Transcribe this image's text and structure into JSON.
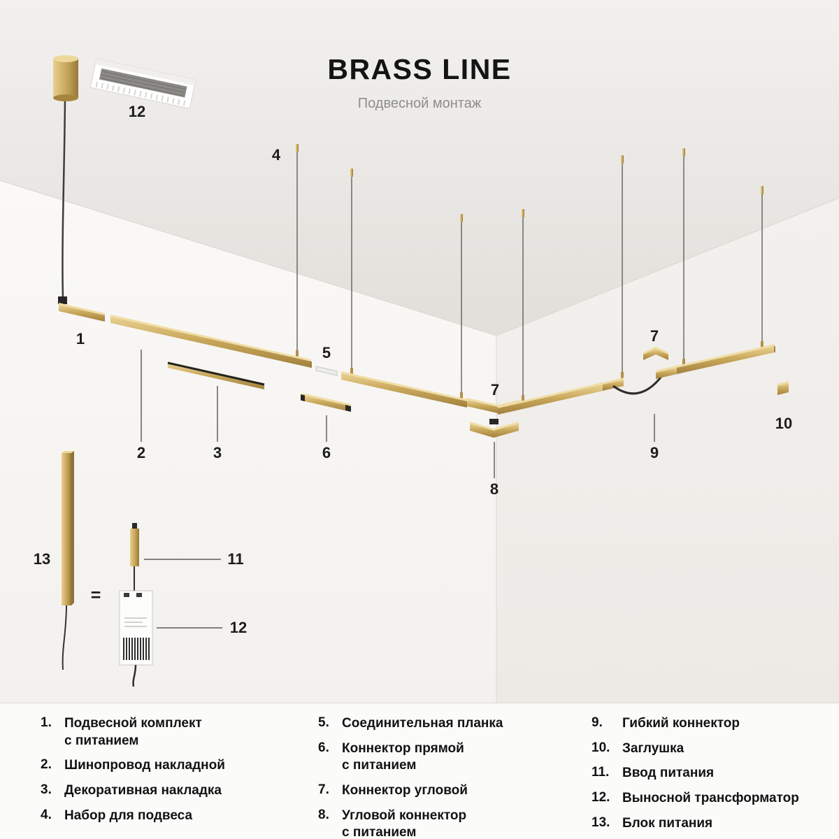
{
  "header": {
    "title": "BRASS LINE",
    "subtitle": "Подвесной монтаж"
  },
  "callouts": {
    "profile_12": "12",
    "n4": "4",
    "n1": "1",
    "n2": "2",
    "n3": "3",
    "n5": "5",
    "n6": "6",
    "n7_corner": "7",
    "n8": "8",
    "n7_right": "7",
    "n9": "9",
    "n10": "10",
    "n13": "13",
    "n11": "11",
    "n12": "12",
    "equals": "="
  },
  "legend": {
    "columns": [
      {
        "items": [
          {
            "num": "1.",
            "label": "Подвесной комплект\nс питанием"
          },
          {
            "num": "2.",
            "label": "Шинопровод накладной"
          },
          {
            "num": "3.",
            "label": "Декоративная накладка"
          },
          {
            "num": "4.",
            "label": "Набор для подвеса"
          }
        ]
      },
      {
        "items": [
          {
            "num": "5.",
            "label": "Соединительная планка"
          },
          {
            "num": "6.",
            "label": "Коннектор прямой\nс питанием"
          },
          {
            "num": "7.",
            "label": "Коннектор угловой"
          },
          {
            "num": "8.",
            "label": "Угловой коннектор\nс питанием"
          }
        ]
      },
      {
        "items": [
          {
            "num": "9.",
            "label": "Гибкий коннектор"
          },
          {
            "num": "10.",
            "label": "Заглушка"
          },
          {
            "num": "11.",
            "label": "Ввод питания"
          },
          {
            "num": "12.",
            "label": "Выносной трансформатор"
          },
          {
            "num": "13.",
            "label": "Блок питания"
          }
        ]
      }
    ]
  },
  "colors": {
    "brass": "#c9a85c",
    "brass_light": "#ead193",
    "brass_dark": "#a2813e",
    "wire": "#3c3c3c",
    "text": "#141414",
    "subtitle_gray": "#8d8d8d",
    "background": "#fbfbfa"
  }
}
